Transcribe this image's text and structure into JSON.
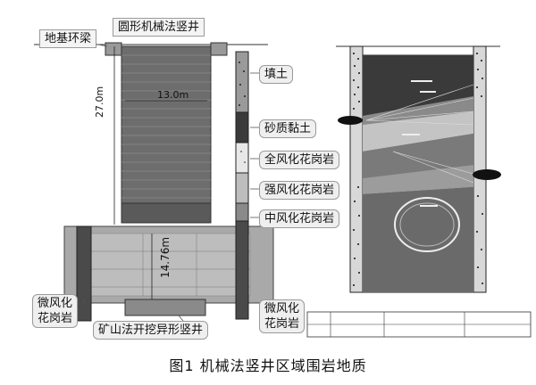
{
  "left": {
    "labels": {
      "shaft_name": "圆形机械法竖井",
      "ground_beam": "地基环梁",
      "fill": "填土",
      "sandy_clay": "砂质黏土",
      "fully_weathered": "全风化花岗岩",
      "strongly_weathered": "强风化花岗岩",
      "moderately_weathered": "中风化花岗岩",
      "slightly_weathered_left": "微风化\n花岗岩",
      "slightly_weathered_right": "微风化\n花岗岩",
      "mine_shaft": "矿山法开挖异形竖井"
    },
    "dimensions": {
      "width": "13.0m",
      "depth": "27.0m",
      "lower_depth": "14.76m"
    }
  },
  "caption": "图1  机械法竖井区域围岩地质",
  "colors": {
    "shaft": "#6d6d6d",
    "lower_block": "#a9a9a9",
    "pile": "#4a4a4a",
    "callout_bg": "#efefef"
  }
}
